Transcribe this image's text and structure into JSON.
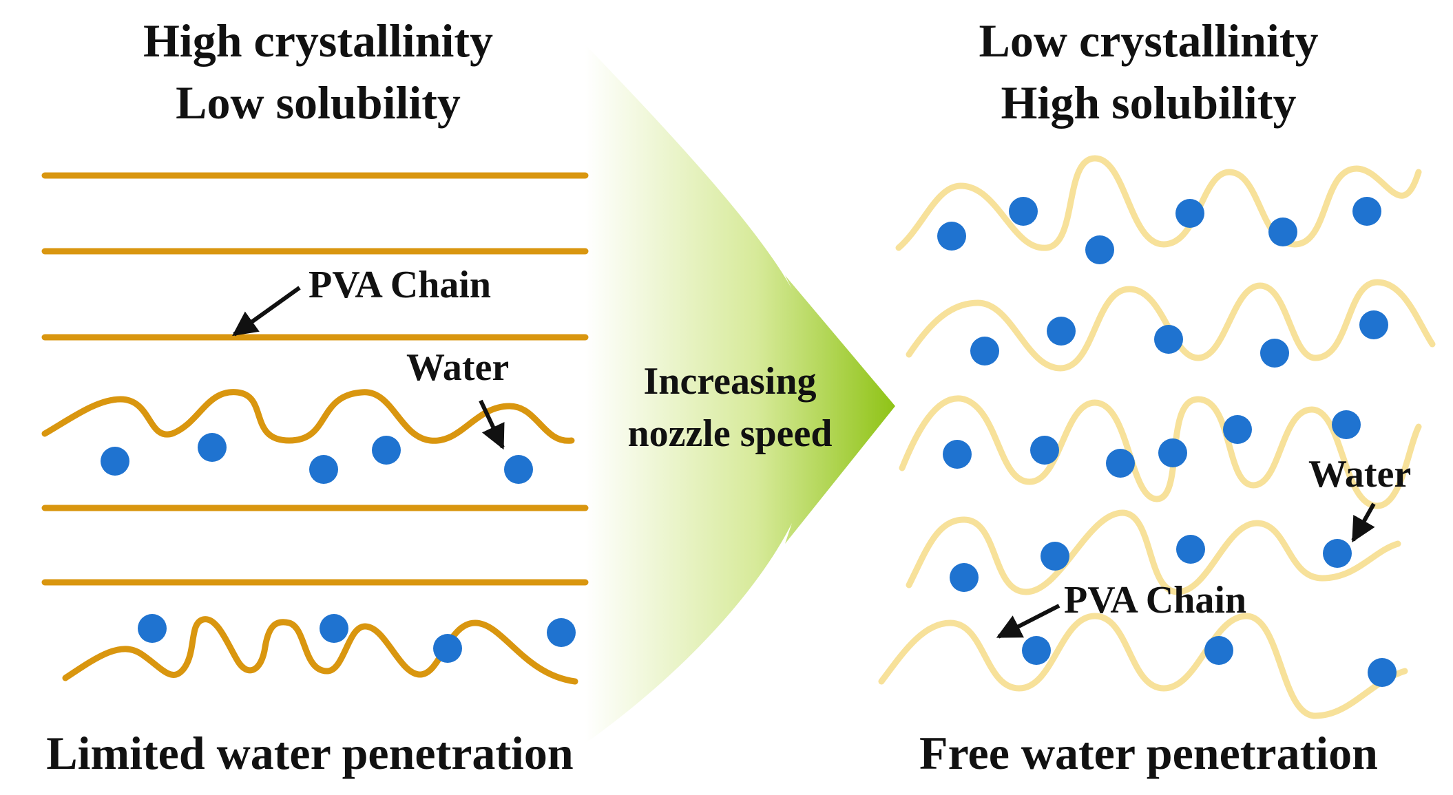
{
  "left_panel": {
    "title_line1": "High crystallinity",
    "title_line2": "Low solubility",
    "chain_label": "PVA Chain",
    "water_label": "Water",
    "footer": "Limited water penetration",
    "chain_color": "#d9960f"
  },
  "right_panel": {
    "title_line1": "Low crystallinity",
    "title_line2": "High solubility",
    "chain_label": "PVA Chain",
    "water_label": "Water",
    "footer": "Free water penetration",
    "chain_color": "#f7e19a"
  },
  "transition": {
    "label_line1": "Increasing",
    "label_line2": "nozzle speed",
    "arrow_color": "#9ccc1f"
  },
  "water_color": "#1f73d0"
}
